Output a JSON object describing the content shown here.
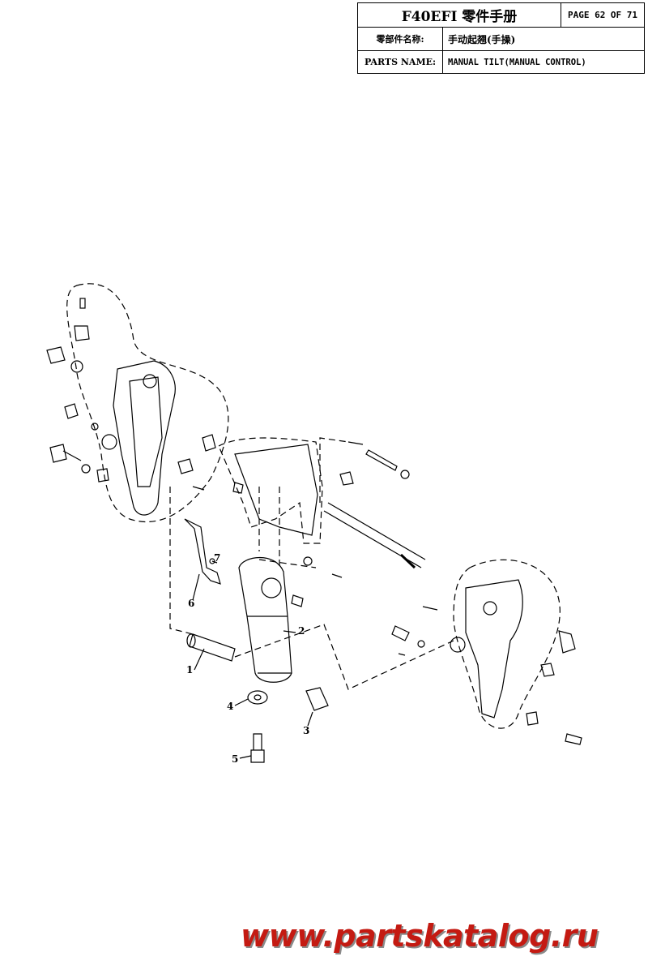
{
  "header": {
    "title": "F40EFI 零件手册",
    "page": "PAGE 62 OF 71",
    "name_label_cn": "零部件名称:",
    "name_value_cn": "手动起翘(手操)",
    "name_label_en": "PARTS NAME:",
    "name_value_en": "MANUAL TILT(MANUAL CONTROL)"
  },
  "callouts": [
    "1",
    "2",
    "3",
    "4",
    "5",
    "6",
    "7"
  ],
  "watermark": "www.partskatalog.ru",
  "colors": {
    "line": "#000000",
    "watermark": "#c41a12",
    "shadow": "#8a8a8a"
  }
}
